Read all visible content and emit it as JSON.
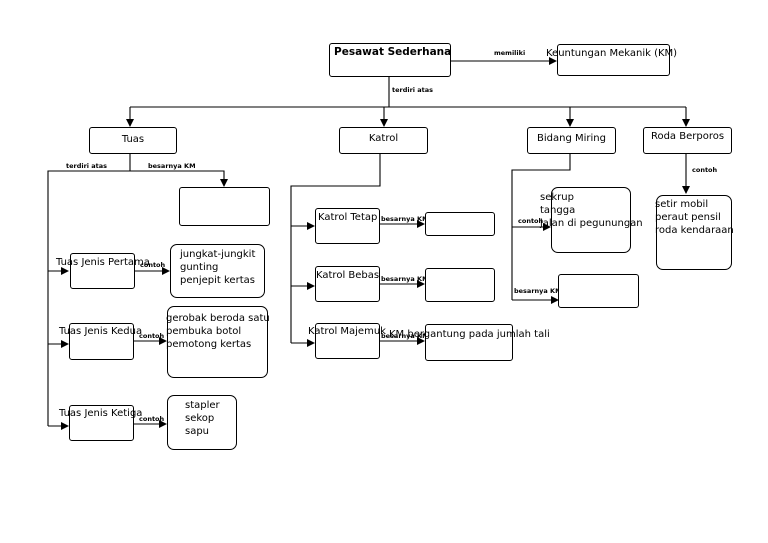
{
  "root": {
    "title": "Pesawat Sederhana"
  },
  "keuntungan": {
    "label": "Keuntungan Mekanik (KM)",
    "edge": "memiliki"
  },
  "root_edge": "terdiri atas",
  "categories": {
    "tuas": "Tuas",
    "katrol": "Katrol",
    "bidang_miring": "Bidang Miring",
    "roda_berporos": "Roda Berporos"
  },
  "tuas_branch": {
    "edge_terdiri": "terdiri atas",
    "edge_km": "besarnya KM",
    "types": [
      {
        "name": "Tuas Jenis Pertama",
        "edge": "contoh",
        "examples": [
          "jungkat-jungkit",
          "gunting",
          "penjepit kertas"
        ]
      },
      {
        "name": "Tuas Jenis Kedua",
        "edge": "contoh",
        "examples": [
          "gerobak beroda satu",
          "pembuka botol",
          "pemotong kertas"
        ]
      },
      {
        "name": "Tuas Jenis Ketiga",
        "edge": "contoh",
        "examples": [
          "stapler",
          "sekop",
          "sapu"
        ]
      }
    ]
  },
  "katrol_branch": {
    "types": [
      {
        "name": "Katrol Tetap",
        "edge": "besarnya KM",
        "value": ""
      },
      {
        "name": "Katrol Bebas",
        "edge": "besarnya KM",
        "value": ""
      },
      {
        "name": "Katrol Majemuk",
        "edge": "besarnya KM",
        "value": "KM bergantung pada jumlah tali"
      }
    ]
  },
  "bidang_branch": {
    "edge_contoh": "contoh",
    "edge_km": "besarnya KM",
    "examples": [
      "sekrup",
      "tangga",
      "jalan di pegunungan"
    ]
  },
  "roda_branch": {
    "edge_contoh": "contoh",
    "examples": [
      "setir mobil",
      "peraut pensil",
      "roda kendaraan"
    ]
  }
}
